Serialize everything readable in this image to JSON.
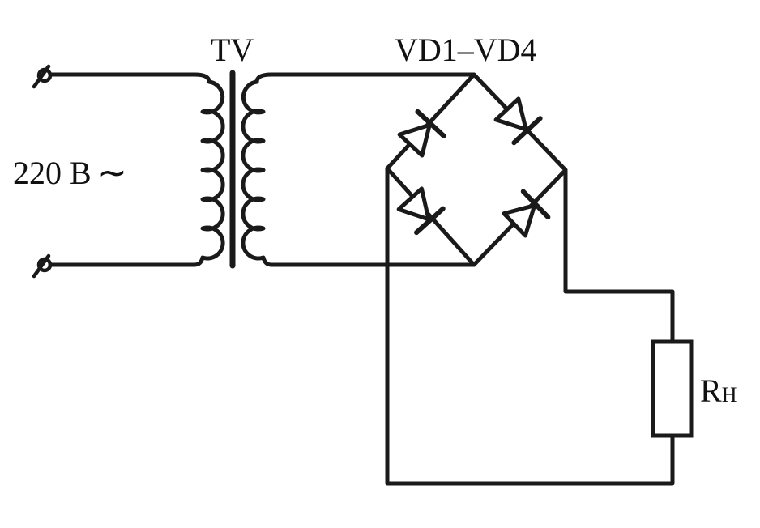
{
  "labels": {
    "transformer": "TV",
    "diode_bridge": "VD1–VD4",
    "supply_voltage": "220 B",
    "ac_symbol": "~",
    "load_main": "R",
    "load_sub": "H"
  },
  "colors": {
    "ink": "#1a1a1a",
    "background": "#ffffff"
  }
}
